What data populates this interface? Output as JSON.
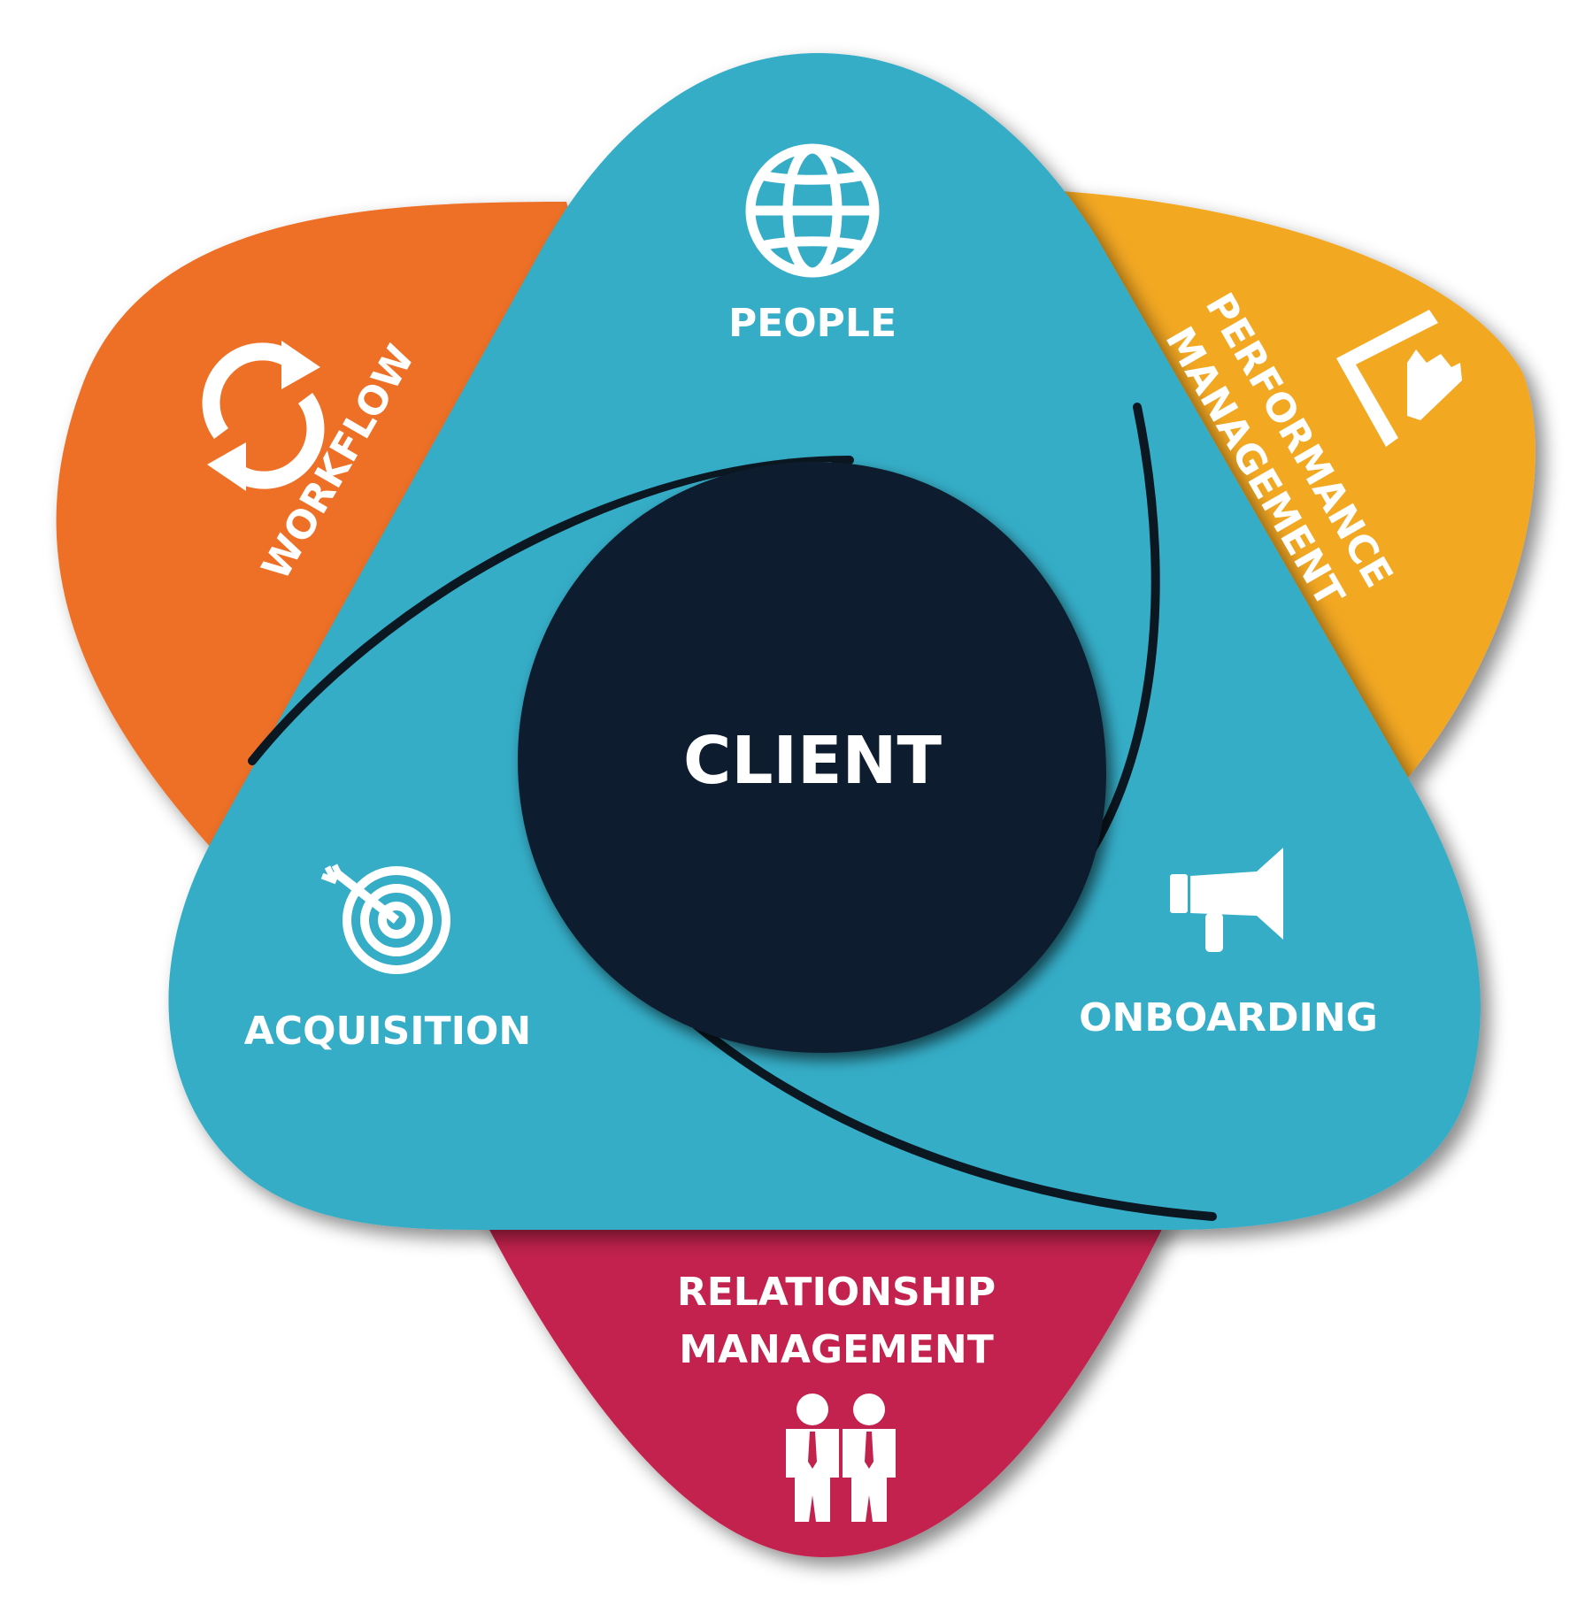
{
  "center": {
    "label": "CLIENT"
  },
  "petals": {
    "workflow": {
      "label": "WORKFLOW",
      "icon": "refresh-cycle-icon"
    },
    "performance": {
      "line1": "PERFORMANCE",
      "line2": "MANAGEMENT",
      "icon": "trend-chart-icon"
    },
    "relationship": {
      "line1": "RELATIONSHIP",
      "line2": "MANAGEMENT",
      "icon": "two-people-icon"
    }
  },
  "triangle": {
    "people": {
      "label": "PEOPLE",
      "icon": "globe-icon"
    },
    "acquisition": {
      "label": "ACQUISITION",
      "icon": "target-icon"
    },
    "onboarding": {
      "label": "ONBOARDING",
      "icon": "megaphone-icon"
    }
  },
  "colors": {
    "workflow": "#EE6F27",
    "performance": "#F3A823",
    "relationship": "#C2234D",
    "triangle": "#35ADC7",
    "center": "#0E1F2D",
    "text": "#FFFFFF"
  }
}
